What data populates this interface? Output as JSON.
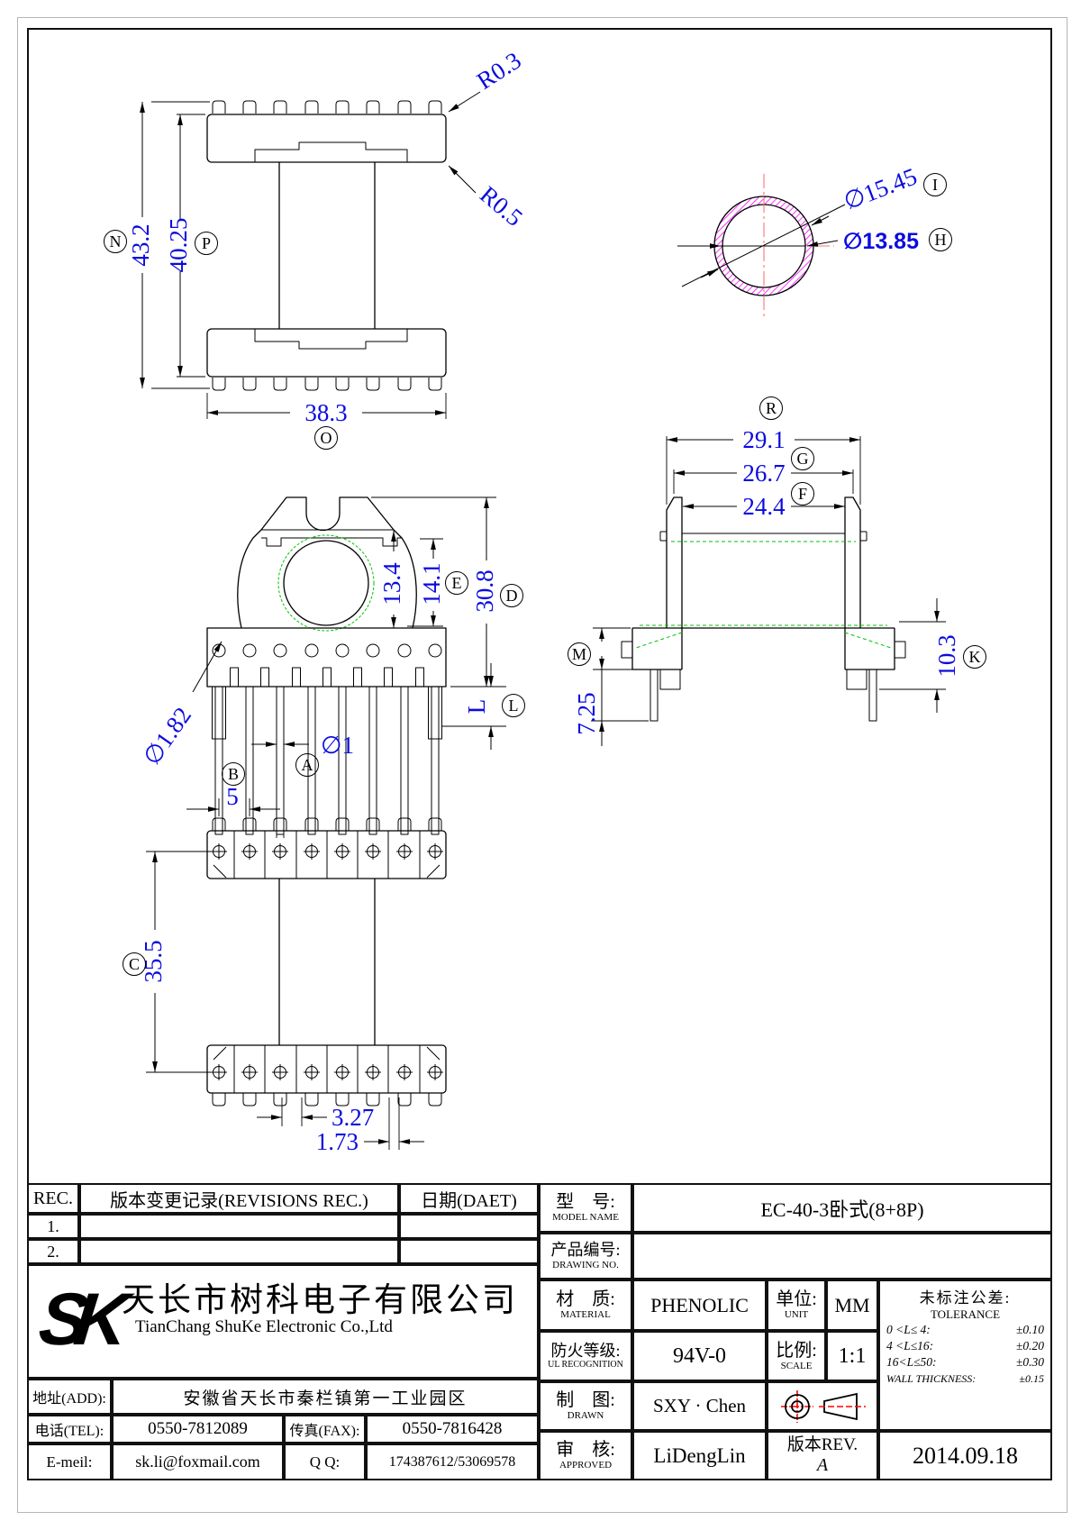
{
  "colors": {
    "dimension_text": "#0b0bdf",
    "hidden_line": "#00c400",
    "centerline": "#ff7373",
    "hatch": "#ff00ff",
    "line": "#000000"
  },
  "drawing": {
    "callouts": {
      "N": "N",
      "P": "P",
      "O": "O",
      "I": "I",
      "H": "H",
      "E": "E",
      "D": "D",
      "L": "L",
      "A": "A",
      "B": "B",
      "R": "R",
      "G": "G",
      "F": "F",
      "M": "M",
      "K": "K",
      "C": "C"
    },
    "plan_view": {
      "height_total": "43.2",
      "height_flange": "40.25",
      "width": "38.3",
      "radius_top": "R0.3",
      "radius_bottom": "R0.5"
    },
    "section_view": {
      "outer_diameter": "∅15.45",
      "inner_diameter": "∅13.85"
    },
    "end_view": {
      "window_depth": "13.4",
      "window_height": "14.1",
      "total_height": "30.8",
      "pin_hole": "∅1.82",
      "pin_diameter": "∅1",
      "pin_length": "L"
    },
    "side_view": {
      "span_outer": "29.1",
      "span_mid": "26.7",
      "span_inner": "24.4",
      "pin_stub": "7.25",
      "base_height": "10.3"
    },
    "bottom_view": {
      "pin_pitch": "5",
      "row_span": "35.5",
      "offset_a": "3.27",
      "offset_b": "1.73"
    }
  },
  "revision_table": {
    "col_rec": "REC.",
    "col_record": "版本变更记录(REVISIONS REC.)",
    "col_date": "日期(DAET)",
    "rows": [
      {
        "no": "1."
      },
      {
        "no": "2."
      }
    ]
  },
  "company": {
    "logo": "SK",
    "name_cn": "天长市树科电子有限公司",
    "name_en": "TianChang ShuKe Electronic Co.,Ltd",
    "address_label": "地址(ADD):",
    "address": "安徽省天长市秦栏镇第一工业园区",
    "tel_label": "电话(TEL):",
    "tel": "0550-7812089",
    "fax_label": "传真(FAX):",
    "fax": "0550-7816428",
    "email_label": "E-meil:",
    "email": "sk.li@foxmail.com",
    "qq_label": "Q Q:",
    "qq": "174387612/53069578"
  },
  "title_block": {
    "model_label_cn": "型　号:",
    "model_label_en": "MODEL NAME",
    "model_value": "EC-40-3卧式(8+8P)",
    "drawing_no_label_cn": "产品编号:",
    "drawing_no_label_en": "DRAWING NO.",
    "drawing_no_value": "",
    "material_label_cn": "材　质:",
    "material_label_en": "MATERIAL",
    "material_value": "PHENOLIC",
    "unit_label_cn": "单位:",
    "unit_label_en": "UNIT",
    "unit_value": "MM",
    "fire_label_cn": "防火等级:",
    "fire_label_en": "UL RECOGNITION",
    "fire_value": "94V-0",
    "scale_label_cn": "比例:",
    "scale_label_en": "SCALE",
    "scale_value": "1:1",
    "tolerance_title_cn": "未标注公差:",
    "tolerance_title_en": "TOLERANCE",
    "tolerance_rows": [
      {
        "range": "0 <L≤ 4:",
        "value": "±0.10"
      },
      {
        "range": "4 <L≤16:",
        "value": "±0.20"
      },
      {
        "range": "16<L≤50:",
        "value": "±0.30"
      },
      {
        "range": "WALL THICKNESS:",
        "value": "±0.15"
      }
    ],
    "drawn_label_cn": "制　图:",
    "drawn_label_en": "DRAWN",
    "drawn_value": "SXY · Chen",
    "approved_label_cn": "审　核:",
    "approved_label_en": "APPROVED",
    "approved_value": "LiDengLin",
    "rev_label": "版本REV.",
    "rev_value": "A",
    "date_value": "2014.09.18"
  }
}
